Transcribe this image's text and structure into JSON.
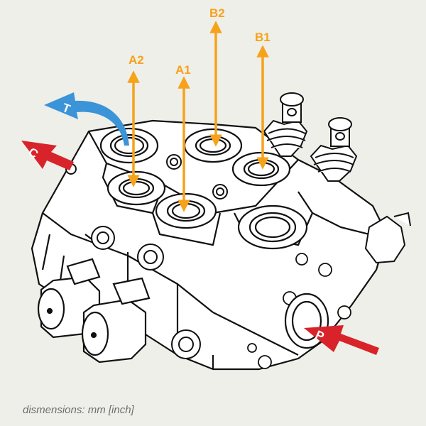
{
  "ports": {
    "a2": "A2",
    "a1": "A1",
    "b2": "B2",
    "b1": "B1",
    "t": "T",
    "c": "C",
    "p": "P"
  },
  "caption": "dismensions: mm [inch]",
  "colors": {
    "work_ports": "#f6a21b",
    "tank": "#3b93d8",
    "pressure": "#d8232a",
    "background": "#efefea"
  }
}
